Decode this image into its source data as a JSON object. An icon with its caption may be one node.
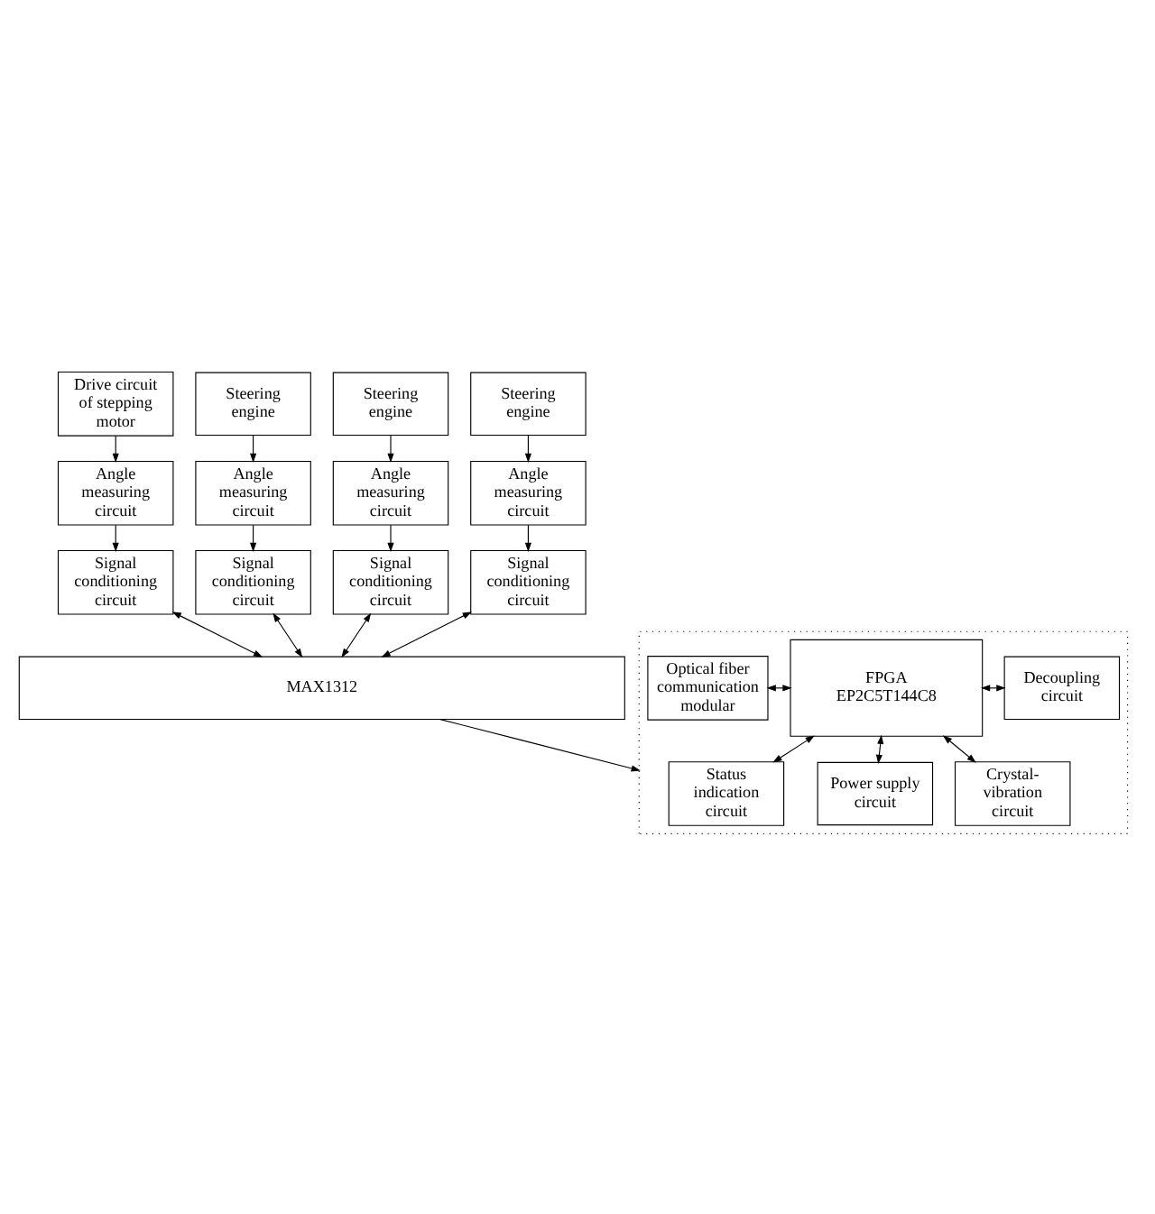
{
  "diagram": {
    "nodes": [
      {
        "text": [
          "Drive circuit of stepping motor"
        ]
      },
      {
        "text": [
          "Steering engine"
        ]
      },
      {
        "text": [
          "Steering engine"
        ]
      },
      {
        "text": [
          "Steering engine"
        ]
      },
      {
        "text": [
          "Angle measuring circuit"
        ]
      },
      {
        "text": [
          "Angle measuring circuit"
        ]
      },
      {
        "text": [
          "Angle measuring circuit"
        ]
      },
      {
        "text": [
          "Angle measuring circuit"
        ]
      },
      {
        "text": [
          "Signal conditioning circuit"
        ]
      },
      {
        "text": [
          "Signal conditioning circuit"
        ]
      },
      {
        "text": [
          "Signal conditioning circuit"
        ]
      },
      {
        "text": [
          "Signal conditioning circuit"
        ]
      },
      {
        "text": [
          "MAX1312"
        ]
      },
      {
        "text": [],
        "shape": "box"
      },
      {
        "text": [
          "Optical fiber communication modular"
        ],
        "in": 13
      },
      {
        "text": [
          "FPGA",
          "EP2C5T144C8"
        ],
        "in": 13
      },
      {
        "text": [
          "Decoupling circuit"
        ],
        "in": 13
      },
      {
        "text": [
          "Status indication circuit"
        ],
        "in": 13
      },
      {
        "text": [
          "Power supply circuit"
        ],
        "in": 13
      },
      {
        "text": [
          "Crystal-vibration circuit"
        ],
        "in": 13
      }
    ],
    "edges": [
      {
        "from": 0,
        "to": 4,
        "arrow": "to"
      },
      {
        "from": 1,
        "to": 5,
        "arrow": "to"
      },
      {
        "from": 2,
        "to": 6,
        "arrow": "to"
      },
      {
        "from": 3,
        "to": 7,
        "arrow": "to"
      },
      {
        "from": 4,
        "to": 8,
        "arrow": "to"
      },
      {
        "from": 5,
        "to": 9,
        "arrow": "to"
      },
      {
        "from": 6,
        "to": 10,
        "arrow": "to"
      },
      {
        "from": 7,
        "to": 11,
        "arrow": "to"
      },
      {
        "from": 8,
        "to": 12,
        "arrow": "both"
      },
      {
        "from": 9,
        "to": 12,
        "arrow": "both"
      },
      {
        "from": 10,
        "to": 12,
        "arrow": "both"
      },
      {
        "from": 11,
        "to": 12,
        "arrow": "both"
      },
      {
        "from": 12,
        "to": 13,
        "arrow": "to"
      },
      {
        "from": 14,
        "to": 15,
        "arrow": "both"
      },
      {
        "from": 15,
        "to": 16,
        "arrow": "both"
      },
      {
        "from": 15,
        "to": 17,
        "arrow": "both"
      },
      {
        "from": 15,
        "to": 18,
        "arrow": "both"
      },
      {
        "from": 15,
        "to": 19,
        "arrow": "both"
      }
    ]
  }
}
